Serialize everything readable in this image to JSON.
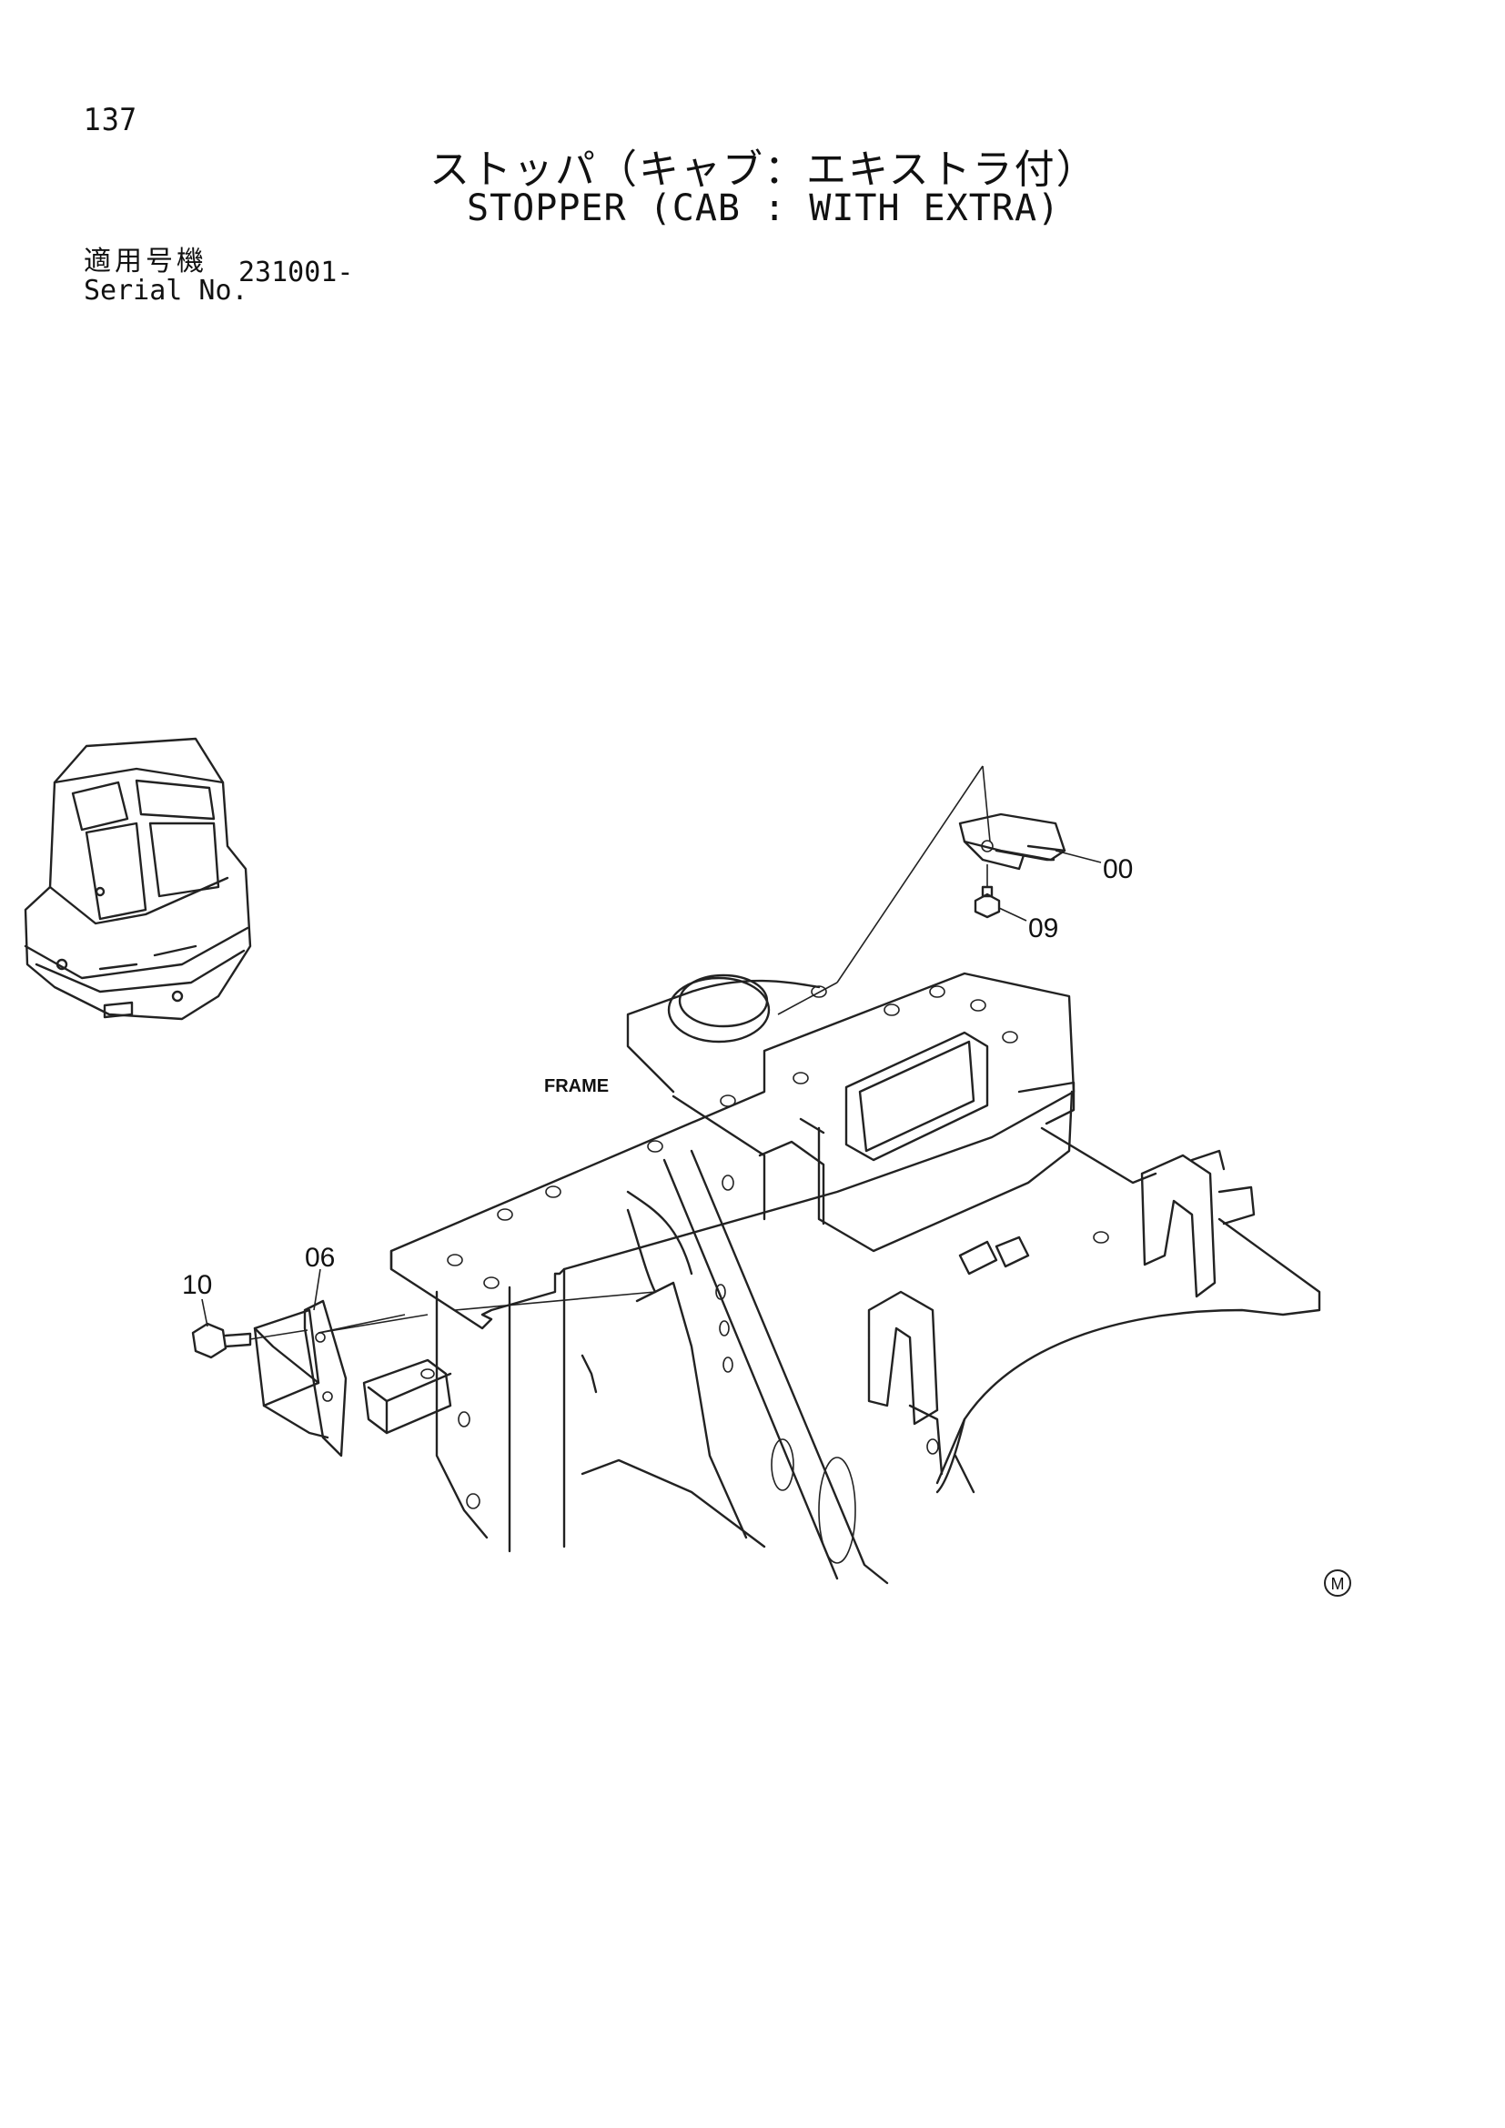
{
  "header": {
    "page_number": "137",
    "title_jp": "ストッパ（キャブ：エキストラ付）",
    "title_en": "STOPPER (CAB : WITH EXTRA)"
  },
  "serial": {
    "label_jp": "適用号機",
    "label_en": "Serial No.",
    "value": "231001-"
  },
  "diagram": {
    "frame_label": "FRAME",
    "callouts": {
      "c00": "00",
      "c09": "09",
      "c06": "06",
      "c10": "10"
    },
    "mark": "M"
  }
}
